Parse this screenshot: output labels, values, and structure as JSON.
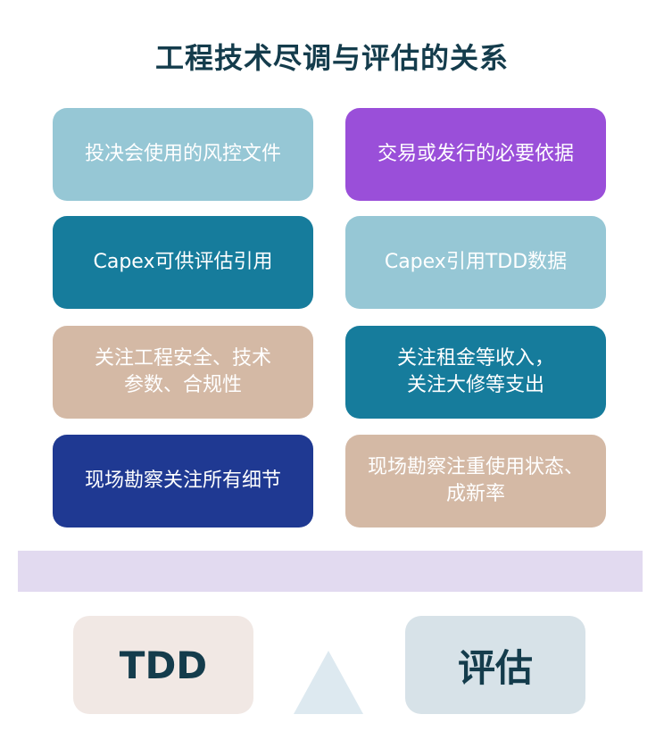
{
  "title": "工程技术尽调与评估的关系",
  "cards": {
    "r1_left": "投决会使用的风控文件",
    "r1_right": "交易或发行的必要依据",
    "r2_left": "Capex可供评估引用",
    "r2_right": "Capex引用TDD数据",
    "r3_left_line1": "关注工程安全、技术",
    "r3_left_line2": "参数、合规性",
    "r3_right_line1": "关注租金等收入，",
    "r3_right_line2": "关注大修等支出",
    "r4_left": "现场勘察关注所有细节",
    "r4_right_line1": "现场勘察注重使用状态、",
    "r4_right_line2": "成新率"
  },
  "scale": {
    "left_label": "TDD",
    "right_label": "评估"
  },
  "colors": {
    "title": "#143c4c",
    "light_blue": "#96c7d5",
    "purple": "#9a4fd9",
    "teal": "#167c9c",
    "beige": "#d4b9a5",
    "navy": "#1f3992",
    "beam": "#e2daf0",
    "pan_left": "#f1e8e4",
    "pan_right": "#d7e2e8",
    "fulcrum": "#dde9f0"
  }
}
